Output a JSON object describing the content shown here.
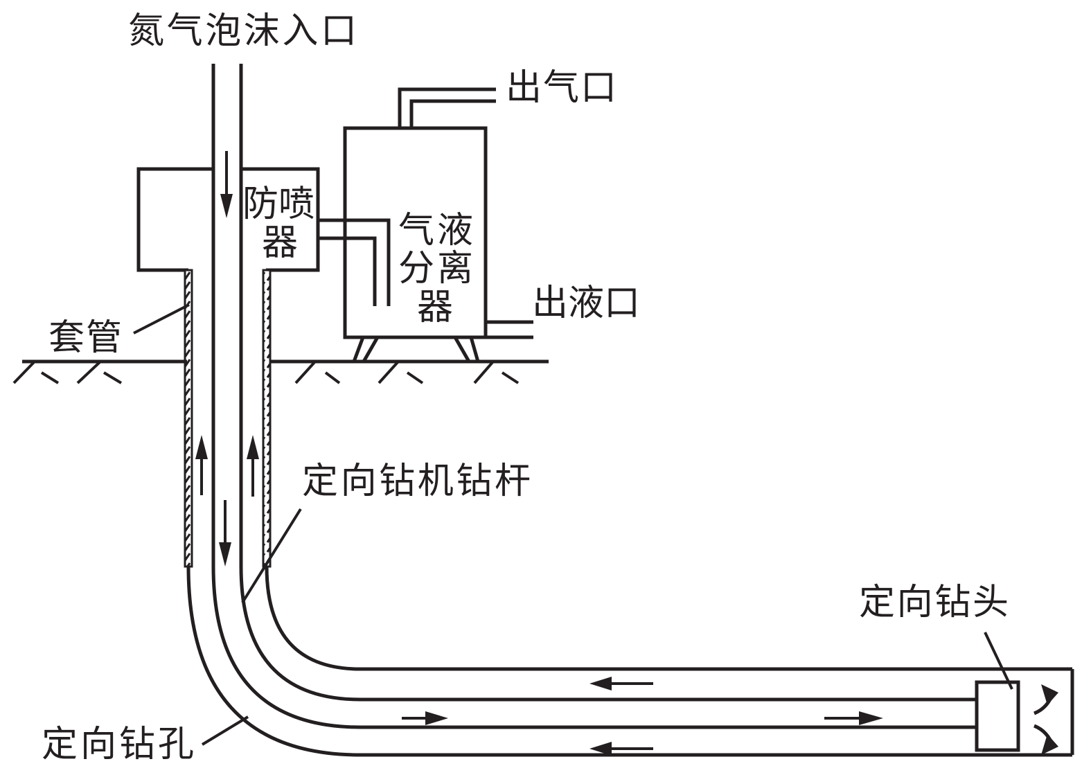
{
  "diagram": {
    "title": "Nitrogen foam directional drilling circulation schematic",
    "colors": {
      "line": "#231f20",
      "background": "#ffffff"
    },
    "labels": {
      "inlet": "氮气泡沫入口",
      "bop_line1": "防喷",
      "bop_line2": "器",
      "gas_outlet": "出气口",
      "separator_line1": "气液",
      "separator_line2": "分离",
      "separator_line3": "器",
      "liquid_outlet": "出液口",
      "casing": "套管",
      "drill_rod": "定向钻机钻杆",
      "drill_bit": "定向钻头",
      "borehole": "定向钻孔"
    },
    "flows": [
      {
        "name": "inlet-down-flow",
        "direction": "down"
      },
      {
        "name": "annulus-up-flow-left",
        "direction": "up"
      },
      {
        "name": "annulus-up-flow-right",
        "direction": "up"
      },
      {
        "name": "rod-down-flow",
        "direction": "down"
      },
      {
        "name": "annulus-return-upper",
        "direction": "left"
      },
      {
        "name": "rod-forward-flow-1",
        "direction": "right"
      },
      {
        "name": "rod-forward-flow-2",
        "direction": "right"
      },
      {
        "name": "annulus-return-lower",
        "direction": "left"
      }
    ]
  }
}
